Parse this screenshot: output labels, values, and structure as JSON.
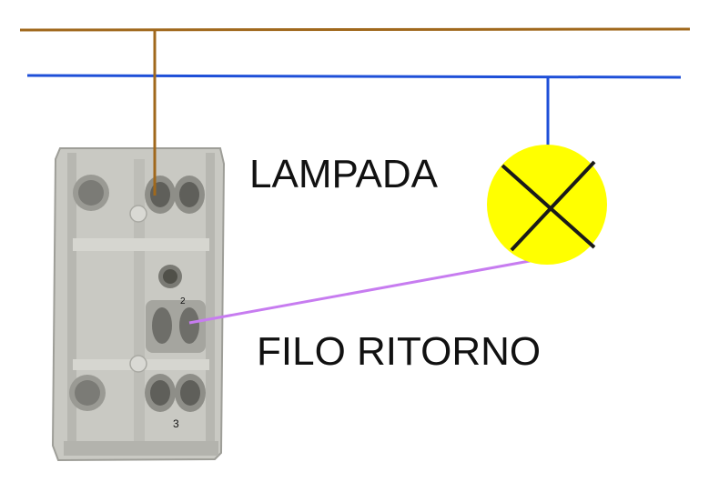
{
  "labels": {
    "lamp": "LAMPADA",
    "return_wire": "FILO RITORNO"
  },
  "switch_markings": {
    "terminal_top": "2",
    "terminal_bottom": "3"
  },
  "colors": {
    "phase_wire": "#a0681c",
    "neutral_wire": "#1e4fd8",
    "return_wire": "#c77cf0",
    "lamp_fill": "#ffff00",
    "lamp_cross": "#1a1a1a",
    "switch_body": "#c9c9c3"
  }
}
